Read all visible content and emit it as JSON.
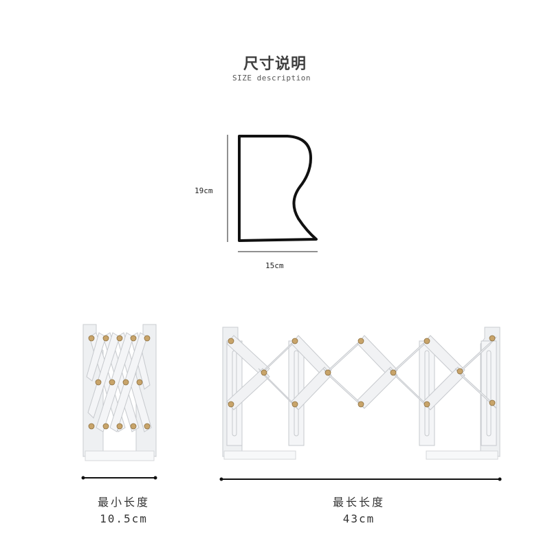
{
  "heading": {
    "title": "尺寸说明",
    "subtitle": "SIZE description"
  },
  "profile": {
    "height_label": "19cm",
    "width_label": "15cm"
  },
  "min_state": {
    "label": "最小长度",
    "value": "10.5cm"
  },
  "max_state": {
    "label": "最长长度",
    "value": "43cm"
  },
  "colors": {
    "panel": "#f3f4f6",
    "panel_edge": "#c9ccd0",
    "rivet": "#c8a46a",
    "line": "#111111"
  }
}
